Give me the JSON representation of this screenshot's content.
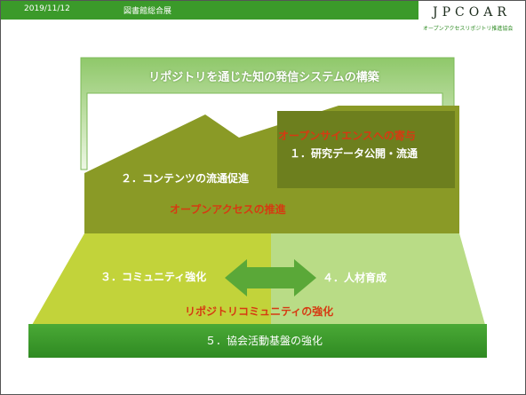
{
  "header": {
    "date": "2019/11/12",
    "event": "図書館総合展"
  },
  "logo": {
    "name": "JPCOAR",
    "subtitle": "オープンアクセスリポジトリ推進協会"
  },
  "diagram": {
    "banner": "リポジトリを通じた知の発信システムの構築",
    "item1": "１．研究データ公開・流通",
    "open_science": "オープンサイエンスへの寄与",
    "item2": "２．コンテンツの流通促進",
    "open_access": "オープンアクセスの推進",
    "item3": "３．コミュニティ強化",
    "item4": "４．人材育成",
    "community": "リポジトリコミュニティの強化",
    "item5": "５．協会活動基盤の強化"
  },
  "colors": {
    "header_green": "#3b9a2a",
    "banner_light": "#a6d28a",
    "banner_pale": "#eef7e6",
    "olive": "#8a9a26",
    "dark_olive": "#6d7f1e",
    "lime": "#c2d33a",
    "light_green": "#b9dc86",
    "base_green": "#3d9a2c",
    "arrow_green": "#5aa838",
    "emphasis_red": "#d63a12"
  }
}
